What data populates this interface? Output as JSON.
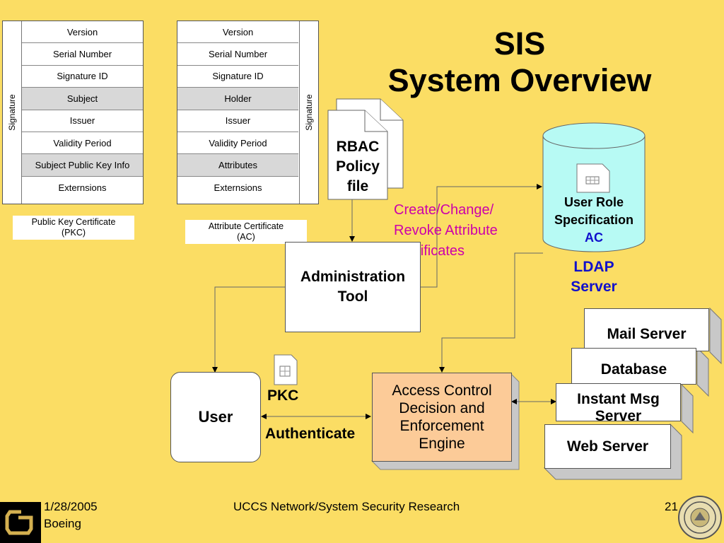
{
  "title": {
    "line1": "SIS",
    "line2": "System Overview"
  },
  "pkc": {
    "rows": [
      "Version",
      "Serial Number",
      "Signature ID",
      "Subject",
      "Issuer",
      "Validity Period",
      "Subject Public Key Info",
      "Externsions"
    ],
    "signature_label": "Signature",
    "caption_line1": "Public Key Certificate",
    "caption_line2": "(PKC)"
  },
  "ac": {
    "rows": [
      "Version",
      "Serial Number",
      "Signature ID",
      "Holder",
      "Issuer",
      "Validity Period",
      "Attributes",
      "Externsions"
    ],
    "signature_label": "Signature",
    "caption_line1": "Attribute Certificate",
    "caption_line2": "(AC)"
  },
  "rbac": {
    "line1": "RBAC",
    "line2": "Policy",
    "line3": "file"
  },
  "create_note": {
    "line1": "Create/Change/",
    "line2": "Revoke Attribute",
    "line3": "Certificates"
  },
  "ldap": {
    "line1": "User Role",
    "line2": "Specification",
    "line3": "AC",
    "server_line1": "LDAP",
    "server_line2": "Server"
  },
  "admin_tool": {
    "line1": "Administration",
    "line2": "Tool"
  },
  "user": {
    "label": "User"
  },
  "pkc_label": "PKC",
  "authenticate_label": "Authenticate",
  "engine": {
    "line1": "Access Control",
    "line2": "Decision and",
    "line3": "Enforcement",
    "line4": "Engine"
  },
  "servers": {
    "mail": "Mail Server",
    "database": "Database",
    "im_line1": "Instant Msg",
    "im_line2": "Server",
    "web": "Web  Server"
  },
  "footer": {
    "date": "1/28/2005",
    "org": "Boeing",
    "center": "UCCS Network/System Security Research",
    "page": "21"
  },
  "colors": {
    "background": "#FBDD64",
    "engine_fill": "#FCCB98",
    "accent_magenta": "#CC00AA",
    "accent_blue": "#1010CC",
    "cylinder": "#B7FAF4"
  }
}
